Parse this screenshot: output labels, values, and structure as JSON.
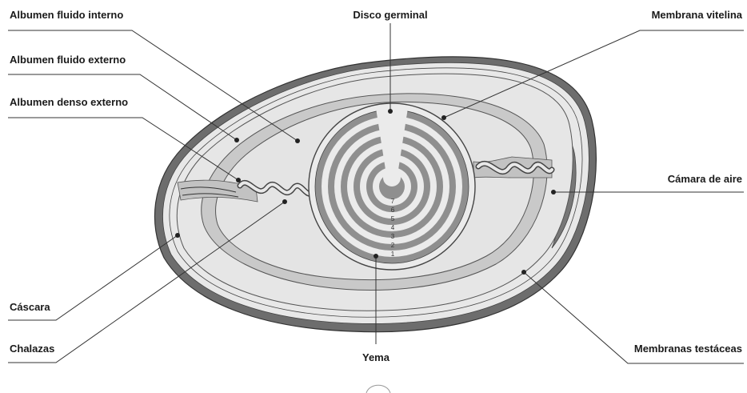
{
  "labels": {
    "albumen_fluido_interno": "Albumen fluido interno",
    "albumen_fluido_externo": "Albumen fluido externo",
    "albumen_denso_externo": "Albumen denso externo",
    "disco_germinal": "Disco germinal",
    "membrana_vitelina": "Membrana vitelina",
    "camara_de_aire": "Cámara de aire",
    "cascara": "Cáscara",
    "chalazas": "Chalazas",
    "yema": "Yema",
    "membranas_testaceas": "Membranas testáceas"
  },
  "yolk_layer_numbers": [
    "7",
    "6",
    "5",
    "4",
    "3",
    "2",
    "1"
  ]
}
